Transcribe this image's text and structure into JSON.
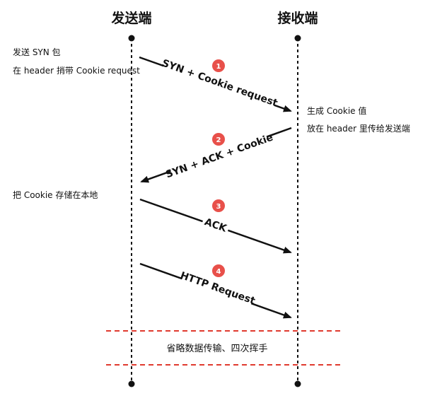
{
  "participants": {
    "sender": "发送端",
    "receiver": "接收端"
  },
  "notes": {
    "sender_step1_line1": "发送 SYN 包",
    "sender_step1_line2": "在 header 捎带 Cookie request",
    "receiver_step1_line1": "生成 Cookie 值",
    "receiver_step1_line2": "放在 header 里传给发送端",
    "sender_step2": "把 Cookie 存储在本地"
  },
  "messages": [
    {
      "badge": "1",
      "label": "SYN + Cookie request",
      "direction": "to-receiver"
    },
    {
      "badge": "2",
      "label": "SYN + ACK + Cookie",
      "direction": "to-sender"
    },
    {
      "badge": "3",
      "label": "ACK",
      "direction": "to-receiver"
    },
    {
      "badge": "4",
      "label": "HTTP Request",
      "direction": "to-receiver"
    }
  ],
  "omitted": "省略数据传输、四次挥手",
  "colors": {
    "badge": "#e8504a",
    "divider": "#e03a2f",
    "line": "#111111"
  }
}
